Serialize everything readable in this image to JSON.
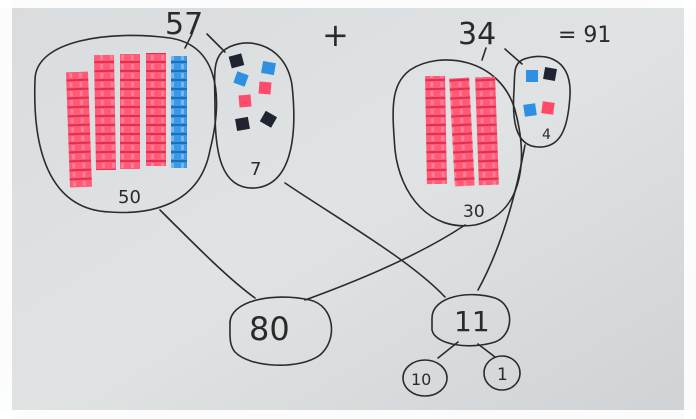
{
  "image": {
    "description_colors": {
      "paper": "#dcdfe1",
      "paper_shadow": "#c9ccce",
      "ink": "#2b2b2b",
      "cube_red": "#ff4b6b",
      "cube_blue": "#2f8fe0",
      "cube_black": "#1f2430"
    }
  },
  "equation": {
    "addend_a": "57",
    "plus": "+",
    "addend_b": "34",
    "equals_result": "= 91"
  },
  "groups": {
    "tens_a": "50",
    "ones_a": "7",
    "tens_b": "30",
    "ones_b": "4",
    "tens_sum": "80",
    "ones_sum": "11",
    "split_ten": "10",
    "split_one": "1"
  }
}
